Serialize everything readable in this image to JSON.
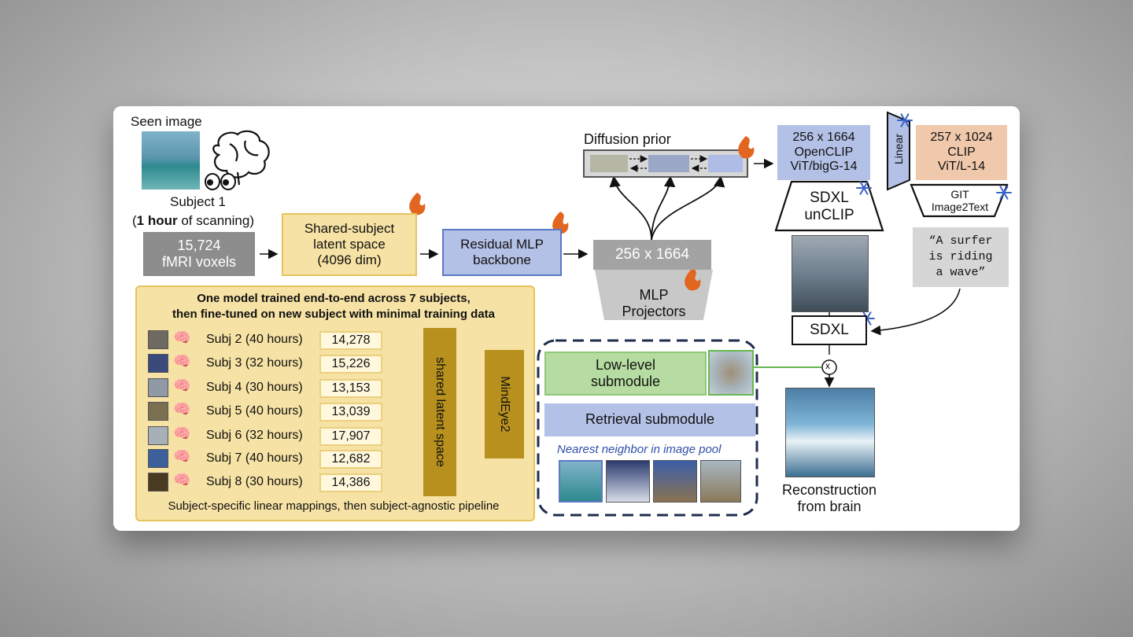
{
  "seen_image": {
    "label": "Seen image"
  },
  "subject1": {
    "line1": "Subject 1",
    "bold": "1 hour",
    "rest": " of scanning"
  },
  "fmri": {
    "count": "15,724",
    "label": "fMRI voxels"
  },
  "shared_latent": {
    "l1": "Shared-subject",
    "l2": "latent space",
    "l3": "(4096 dim)"
  },
  "residual": {
    "l1": "Residual MLP",
    "l2": "backbone"
  },
  "dim_box": "256 x 1664",
  "mlp_projectors": {
    "l1": "MLP",
    "l2": "Projectors"
  },
  "diffusion_prior": "Diffusion prior",
  "openclip": {
    "l1": "256 x 1664",
    "l2": "OpenCLIP",
    "l3": "ViT/bigG-14"
  },
  "linear": "Linear",
  "clip": {
    "l1": "257 x 1024",
    "l2": "CLIP",
    "l3": "ViT/L-14"
  },
  "git": {
    "l1": "GIT",
    "l2": "Image2Text"
  },
  "sdxl_unclip": {
    "l1": "SDXL",
    "l2": "unCLIP"
  },
  "caption": {
    "l1": "“A surfer",
    "l2": "is riding",
    "l3": "a wave”"
  },
  "sdxl": "SDXL",
  "multiply": "x",
  "reconstruction": {
    "l1": "Reconstruction",
    "l2": "from brain"
  },
  "panel": {
    "title1": "One model trained end-to-end across 7 subjects,",
    "title2": "then fine-tuned on new subject with minimal training data",
    "footer": "Subject-specific linear mappings, then subject-agnostic pipeline",
    "shared_vertical": "shared latent space",
    "mindeye": "MindEye2",
    "subjects": [
      {
        "label": "Subj 2 (40 hours)",
        "voxels": "14,278"
      },
      {
        "label": "Subj 3 (32 hours)",
        "voxels": "15,226"
      },
      {
        "label": "Subj 4 (30 hours)",
        "voxels": "13,153"
      },
      {
        "label": "Subj 5 (40 hours)",
        "voxels": "13,039"
      },
      {
        "label": "Subj 6 (32 hours)",
        "voxels": "17,907"
      },
      {
        "label": "Subj 7 (40 hours)",
        "voxels": "12,682"
      },
      {
        "label": "Subj 8 (30 hours)",
        "voxels": "14,386"
      }
    ]
  },
  "lowlevel": {
    "l1": "Low-level",
    "l2": "submodule"
  },
  "retrieval": "Retrieval submodule",
  "nearest": "Nearest neighbor in image pool",
  "icons": {
    "fire": "fire-icon",
    "snowflake": "snowflake-icon",
    "brain": "brain-icon",
    "eyes": "eyes-icon"
  },
  "colors": {
    "yellow": "#f6e2a4",
    "blue": "#b4c1e6",
    "peach": "#f0c8ab",
    "green": "#b6dca1",
    "gray": "#8d8d8d",
    "navy": "#1f2d4d"
  }
}
